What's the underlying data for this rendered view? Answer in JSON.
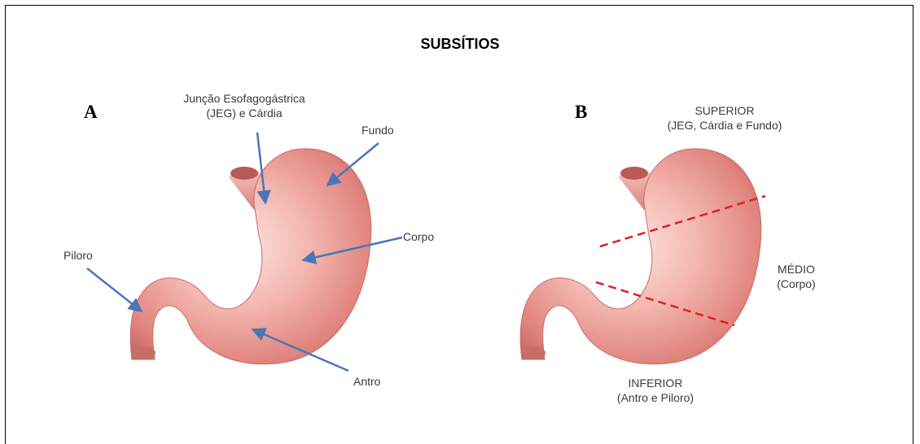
{
  "title": "SUBSÍTIOS",
  "panels": [
    {
      "letter": "A",
      "labels": {
        "jeg_line1": "Junção Esofagogástrica",
        "jeg_line2": "(JEG) e Cárdia",
        "fundo": "Fundo",
        "corpo": "Corpo",
        "piloro": "Piloro",
        "antro": "Antro"
      }
    },
    {
      "letter": "B",
      "labels": {
        "superior_line1": "SUPERIOR",
        "superior_line2": "(JEG, Cárdia e Fundo)",
        "medio_line1": "MÉDIO",
        "medio_line2": "(Corpo)",
        "inferior_line1": "INFERIOR",
        "inferior_line2": "(Antro e Piloro)"
      }
    }
  ],
  "colors": {
    "arrow": "#4a76b8",
    "divider": "#e02020",
    "stomach": "#f0a8a4"
  }
}
